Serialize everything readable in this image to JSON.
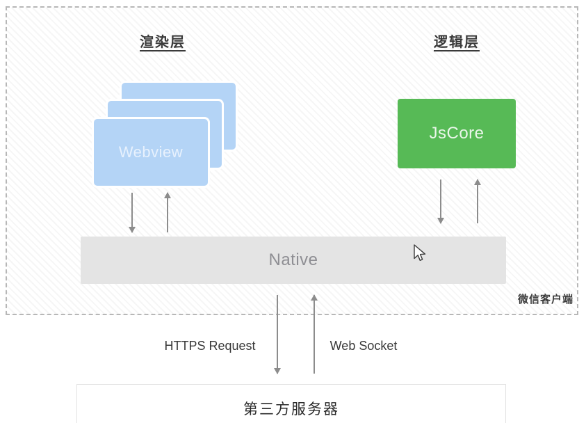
{
  "diagram": {
    "rendering_layer": {
      "title": "渲染层",
      "webview_label": "Webview"
    },
    "logic_layer": {
      "title": "逻辑层",
      "jscore_label": "JsCore"
    },
    "native_label": "Native",
    "client_label": "微信客户端",
    "connections": {
      "https_label": "HTTPS Request",
      "websocket_label": "Web Socket"
    },
    "server_label": "第三方服务器",
    "colors": {
      "webview_blue": "#b4d4f6",
      "jscore_green": "#57ba56",
      "native_gray": "#e4e4e4",
      "arrow_gray": "#8c8c8c",
      "boundary_dash": "#b7b7b7"
    }
  }
}
